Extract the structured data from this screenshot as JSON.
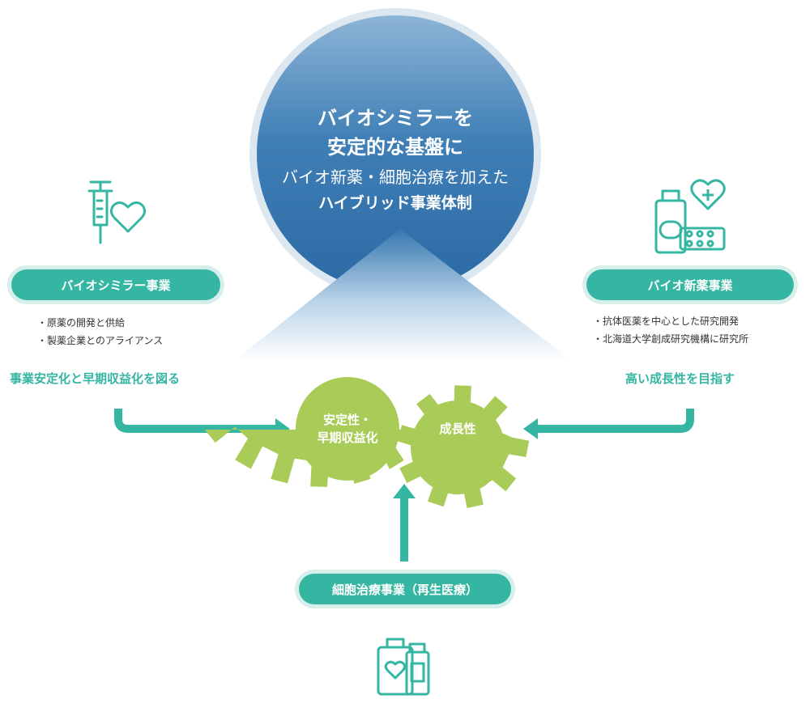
{
  "center": {
    "line1": "バイオシミラーを",
    "line2": "安定的な基盤に",
    "line3": "バイオ新薬・細胞治療を加えた",
    "line4": "ハイブリッド事業体制"
  },
  "left": {
    "title": "バイオシミラー事業",
    "bullets": [
      "・原薬の開発と供給",
      "・製薬企業とのアライアンス"
    ],
    "tagline": "事業安定化と早期収益化を図る",
    "icon": "syringe-heart-icon"
  },
  "right": {
    "title": "バイオ新薬事業",
    "bullets": [
      "・抗体医薬を中心とした研究開発",
      "・北海道大学創成研究機構に研究所"
    ],
    "tagline": "高い成長性を目指す",
    "icon": "medicine-bottle-pills-icon"
  },
  "bottom": {
    "title": "細胞治療事業（再生医療）",
    "icon": "vials-heart-icon"
  },
  "gears": {
    "left_line1": "安定性・",
    "left_line2": "早期収益化",
    "right": "成長性"
  },
  "colors": {
    "teal": "#35b6a3",
    "gear_green": "#a9cc59",
    "blue_dark": "#2f6fa8",
    "blue_light": "#8fb8d8"
  }
}
